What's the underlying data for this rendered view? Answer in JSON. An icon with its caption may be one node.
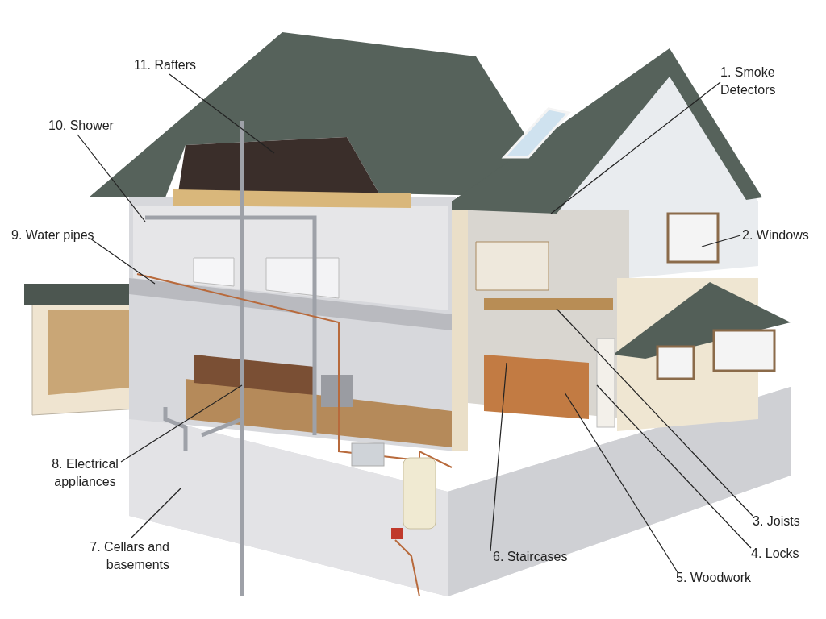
{
  "diagram": {
    "nodes": [
      {
        "text": [
          "1. Smoke Detectors"
        ]
      },
      {
        "text": [
          "2. Windows"
        ]
      },
      {
        "text": [
          "3. Joists"
        ]
      },
      {
        "text": [
          "4. Locks"
        ]
      },
      {
        "text": [
          "5. Woodwork"
        ]
      },
      {
        "text": [
          "6. Staircases"
        ]
      },
      {
        "text": [
          "7. Cellars and basements"
        ]
      },
      {
        "text": [
          "8. Electrical appliances"
        ]
      },
      {
        "text": [
          "9. Water pipes"
        ]
      },
      {
        "text": [
          "10. Shower"
        ]
      },
      {
        "text": [
          "11. Rafters"
        ]
      }
    ],
    "edges": [
      {
        "from": 0,
        "to": null,
        "arrow": "none"
      },
      {
        "from": 1,
        "to": null,
        "arrow": "none"
      },
      {
        "from": 2,
        "to": null,
        "arrow": "none"
      },
      {
        "from": 3,
        "to": null,
        "arrow": "none"
      },
      {
        "from": 4,
        "to": null,
        "arrow": "none"
      },
      {
        "from": 5,
        "to": null,
        "arrow": "none"
      },
      {
        "from": 6,
        "to": null,
        "arrow": "none"
      },
      {
        "from": 7,
        "to": null,
        "arrow": "none"
      },
      {
        "from": 8,
        "to": null,
        "arrow": "none"
      },
      {
        "from": 9,
        "to": null,
        "arrow": "none"
      },
      {
        "from": 10,
        "to": null,
        "arrow": "none"
      }
    ]
  }
}
